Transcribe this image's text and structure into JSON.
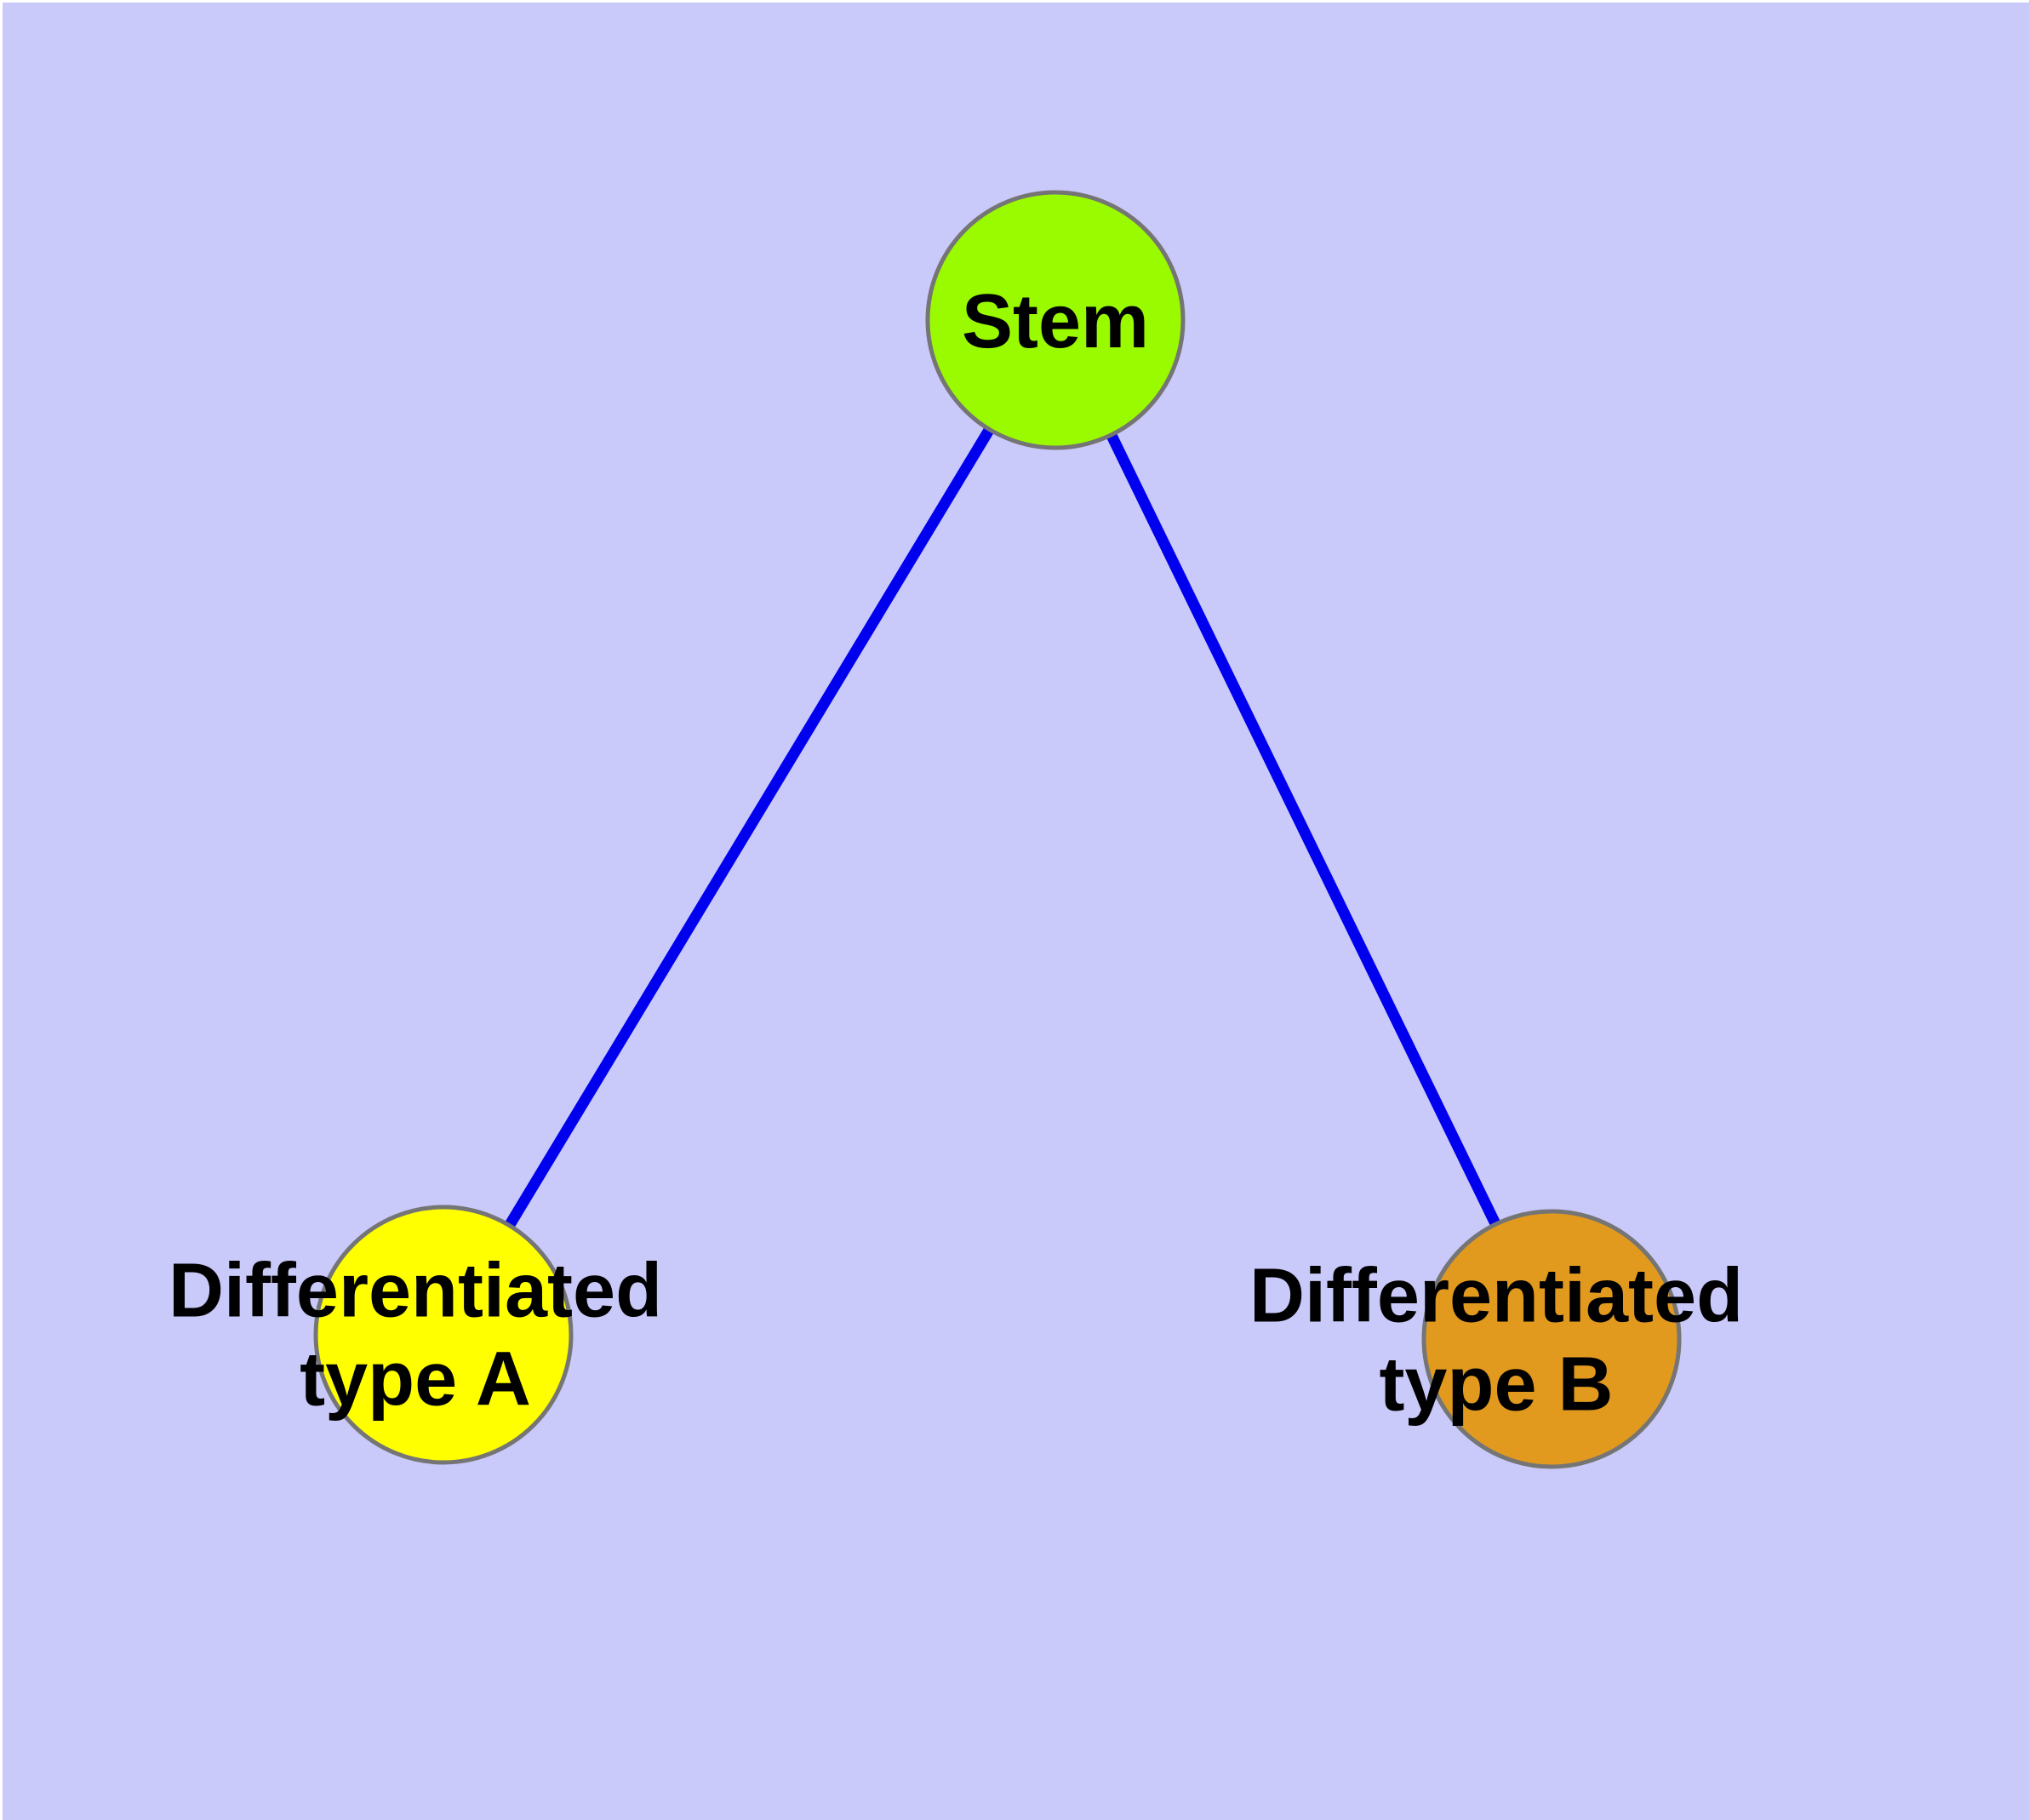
{
  "figure": {
    "background_color": "#C9C9FA",
    "frame_color": "#FFFFFF",
    "text_color": "#000000",
    "node_border_color": "#757575",
    "edge": {
      "color": "#0000EE",
      "style": "solid"
    },
    "nodes": {
      "stem": {
        "label": "Stem",
        "fill": "#9AFB00"
      },
      "type_a": {
        "label_line1": "Differentiated",
        "label_line2": "type A",
        "fill": "#FFFF00"
      },
      "type_b": {
        "label_line1": "Differentiated",
        "label_line2": "type B",
        "fill": "#E29A1E"
      }
    },
    "edges": [
      {
        "from": "Stem",
        "to": "Differentiated type A"
      },
      {
        "from": "Stem",
        "to": "Differentiated type B"
      }
    ]
  }
}
